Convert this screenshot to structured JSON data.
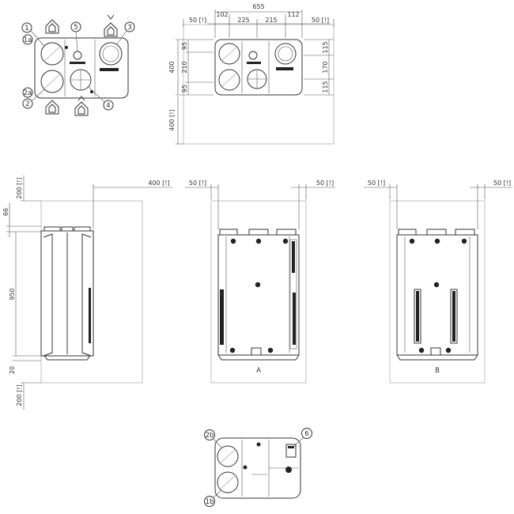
{
  "callouts": {
    "c1": "1",
    "c1a": "1a",
    "c2": "2",
    "c2a": "2a",
    "c3": "3",
    "c4": "4",
    "c5": "5",
    "c2b": "2b",
    "c1b": "1b",
    "c6": "6"
  },
  "top_view_dims": {
    "overall_width": "655",
    "left_clear": "50 [!]",
    "right_clear": "50 [!]",
    "seg_102": "102",
    "seg_225": "225",
    "seg_215": "215",
    "seg_112": "112",
    "depth_400": "400",
    "left_95": "95",
    "left_210": "210",
    "left_95b": "95",
    "right_115": "115",
    "right_170": "170",
    "right_115b": "115",
    "front_clear": "400 [!]"
  },
  "side_view_dims": {
    "top_clear": "200 [!]",
    "right_clear": "400 [!]",
    "h_66": "66",
    "h_950": "950",
    "h_20": "20",
    "bottom_clear": "200 [!]"
  },
  "front_a_dims": {
    "left_clear": "50 [!]",
    "right_clear": "50 [!]",
    "label": "A"
  },
  "front_b_dims": {
    "left_clear": "50 [!]",
    "right_clear": "50 [!]",
    "label": "B"
  },
  "icons": [
    "house-exhaust-icon",
    "house-supply-icon",
    "house-outdoor-icon",
    "house-extract-icon"
  ]
}
